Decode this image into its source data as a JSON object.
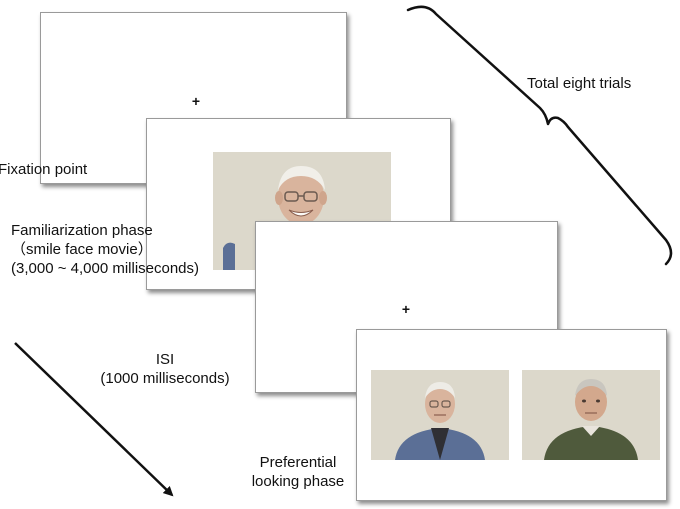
{
  "labels": {
    "fixation": "Fixation point",
    "familiarization_l1": "Familiarization phase",
    "familiarization_l2": "（smile face movie）",
    "familiarization_l3": "(3,000 ~ 4,000 milliseconds)",
    "isi_l1": "ISI",
    "isi_l2": "(1000 milliseconds)",
    "preferential_l1": "Preferential",
    "preferential_l2": "looking phase",
    "total": "Total eight trials"
  },
  "symbols": {
    "fixation_cross": "+",
    "isi_cross": "+"
  },
  "colors": {
    "photo_background": "#dcd8cb",
    "jacket_blue": "#5b6f96",
    "sweater_green": "#4f5a3c",
    "skin": "#d9b49d",
    "frame_border": "#9a9a9a"
  }
}
